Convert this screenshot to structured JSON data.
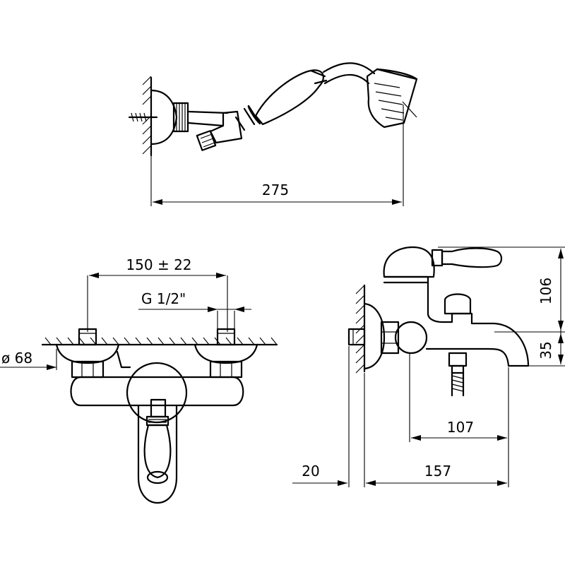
{
  "dimensions": {
    "handshower_length": "275",
    "inlet_spacing": "150 ± 22",
    "thread": "G 1/2\"",
    "flange_diameter": "ø 68",
    "body_height": "106",
    "spout_height": "35",
    "spout_projection": "107",
    "wall_gap": "20",
    "total_projection": "157"
  }
}
